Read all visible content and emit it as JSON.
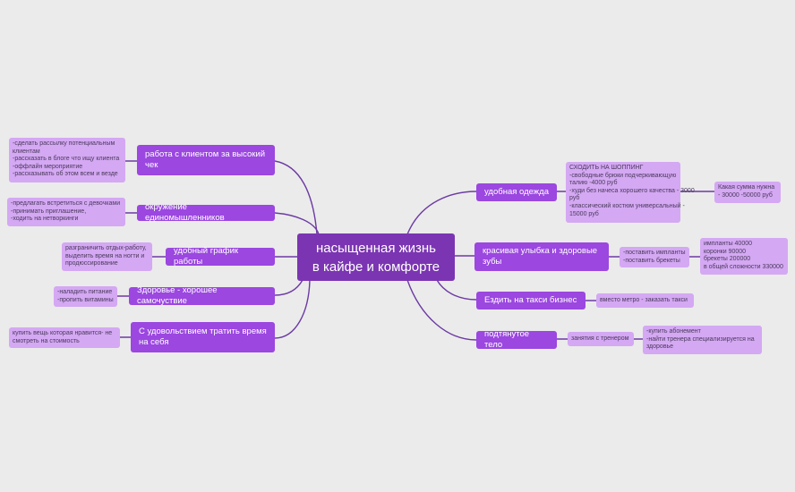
{
  "colors": {
    "background": "#ebebeb",
    "central": "#7b35b2",
    "branch": "#9b47e0",
    "leaf": "#d4a8f3",
    "line": "#6c3aa3"
  },
  "center": {
    "lines": [
      "насыщенная жизнь",
      "в кайфе и комфорте"
    ]
  },
  "left": {
    "client": {
      "label": "работа с клиентом за высокий чек",
      "notes": [
        "-сделать рассылку потенциальным",
        "клиентам",
        "-рассказать в блоге что ищу клиента",
        "-оффлайн мероприятие",
        "-рассказывать об этом всем и везде"
      ]
    },
    "circle": {
      "label": "окружение единомышленников",
      "notes": [
        "-предлагать встретиться с девочками",
        "-принимать приглашение,",
        "-ходить на нетворкинги"
      ]
    },
    "schedule": {
      "label": "удобный график работы",
      "notes": [
        "разграничить отдых-работу,",
        "выделить время на ногти и",
        "продюссирование"
      ]
    },
    "health": {
      "label": "Здоровье - хорошее самочуствие",
      "notes": [
        "-наладить питание",
        "-пропить витамины"
      ]
    },
    "spend": {
      "label": "С удовольствием тратить время на себя",
      "notes": [
        "купить вещь которая нравится- не",
        "смотреть на стоимость"
      ]
    }
  },
  "right": {
    "clothes": {
      "label": "удобная одежда",
      "notes": [
        "СХОДИТЬ НА ШОППИНГ",
        "-свободные брюки подчеркивающую",
        "талию -4000 руб",
        "-худи без начеса хорошего качества - 3000",
        "руб",
        "-классический костюм универсальный -",
        "15000 руб"
      ],
      "sum": [
        "Какая сумма нужна",
        "- 30000 -50000 руб"
      ]
    },
    "smile": {
      "label": "красивая улыбка и здоровые зубы",
      "notes": [
        "-поставить импланты",
        "-поставить брекеты"
      ],
      "costs": [
        "импланты 40000",
        "коронки 90000",
        "брекеты 200000",
        "в общей сложности 330000"
      ]
    },
    "taxi": {
      "label": "Ездить на такси бизнес",
      "notes": [
        "вместо метро - заказать такси"
      ]
    },
    "body": {
      "label": "подтянутое тело",
      "notes": [
        "занятия с тренером"
      ],
      "plan": [
        "-купить абонемент",
        "-найти тренера специализируется на",
        "здоровье"
      ]
    }
  }
}
